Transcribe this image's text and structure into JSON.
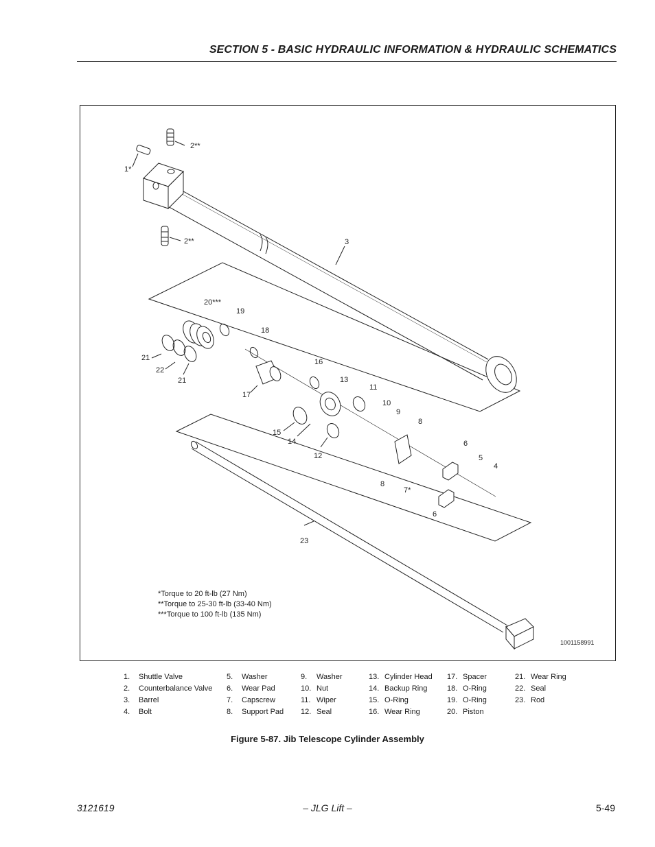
{
  "header": {
    "section_title": "SECTION 5 - BASIC HYDRAULIC INFORMATION & HYDRAULIC SCHEMATICS"
  },
  "figure": {
    "callouts": {
      "c1": "1*",
      "c2a": "2**",
      "c2b": "2**",
      "c3": "3",
      "c4": "4",
      "c5": "5",
      "c6a": "6",
      "c6b": "6",
      "c7": "7*",
      "c8a": "8",
      "c8b": "8",
      "c9": "9",
      "c10": "10",
      "c11": "11",
      "c12": "12",
      "c13": "13",
      "c14": "14",
      "c15": "15",
      "c16": "16",
      "c17": "17",
      "c18": "18",
      "c19": "19",
      "c20": "20***",
      "c21a": "21",
      "c21b": "21",
      "c22": "22",
      "c23": "23"
    },
    "notes": [
      "*Torque to 20 ft-lb (27 Nm)",
      "**Torque to 25-30 ft-lb (33-40 Nm)",
      "***Torque to 100 ft-lb (135 Nm)"
    ],
    "drawing_id": "1001158991"
  },
  "legend": {
    "columns": [
      [
        {
          "num": "1.",
          "label": "Shuttle Valve"
        },
        {
          "num": "2.",
          "label": "Counterbalance Valve"
        },
        {
          "num": "3.",
          "label": "Barrel"
        },
        {
          "num": "4.",
          "label": "Bolt"
        }
      ],
      [
        {
          "num": "5.",
          "label": "Washer"
        },
        {
          "num": "6.",
          "label": "Wear Pad"
        },
        {
          "num": "7.",
          "label": "Capscrew"
        },
        {
          "num": "8.",
          "label": "Support Pad"
        }
      ],
      [
        {
          "num": "9.",
          "label": "Washer"
        },
        {
          "num": "10.",
          "label": "Nut"
        },
        {
          "num": "11.",
          "label": "Wiper"
        },
        {
          "num": "12.",
          "label": "Seal"
        }
      ],
      [
        {
          "num": "13.",
          "label": "Cylinder Head"
        },
        {
          "num": "14.",
          "label": "Backup Ring"
        },
        {
          "num": "15.",
          "label": "O-Ring"
        },
        {
          "num": "16.",
          "label": "Wear Ring"
        }
      ],
      [
        {
          "num": "17.",
          "label": "Spacer"
        },
        {
          "num": "18.",
          "label": "O-Ring"
        },
        {
          "num": "19.",
          "label": "O-Ring"
        },
        {
          "num": "20.",
          "label": "Piston"
        }
      ],
      [
        {
          "num": "21.",
          "label": "Wear Ring"
        },
        {
          "num": "22.",
          "label": "Seal"
        },
        {
          "num": "23.",
          "label": "Rod"
        }
      ]
    ]
  },
  "caption": "Figure 5-87.  Jib Telescope Cylinder Assembly",
  "footer": {
    "doc_number": "3121619",
    "brand": "– JLG Lift –",
    "page": "5-49"
  }
}
